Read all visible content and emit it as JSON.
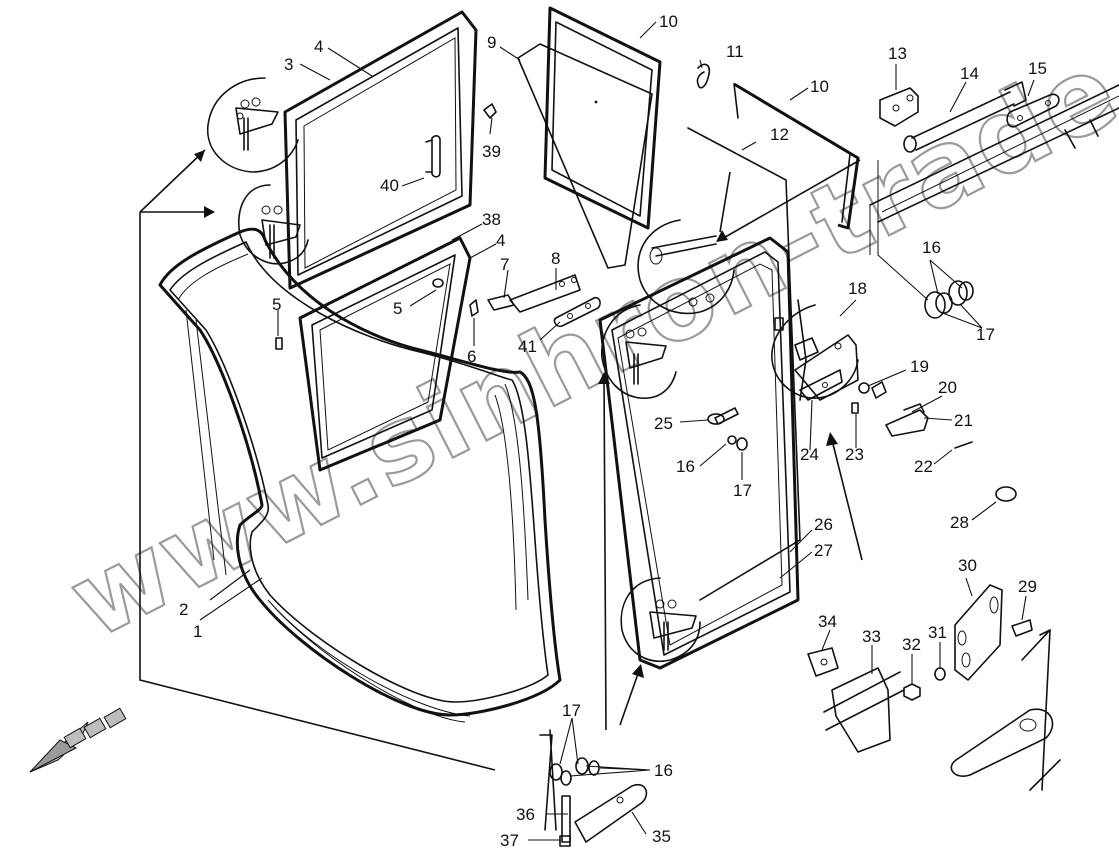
{
  "watermark": "www.sinhron-trade.kz",
  "callouts": {
    "c1": "1",
    "c2": "2",
    "c3": "3",
    "c4a": "4",
    "c4b": "4",
    "c5a": "5",
    "c5b": "5",
    "c6": "6",
    "c7": "7",
    "c8": "8",
    "c9": "9",
    "c10a": "10",
    "c10b": "10",
    "c11": "11",
    "c12": "12",
    "c13": "13",
    "c14": "14",
    "c15": "15",
    "c16a": "16",
    "c16b": "16",
    "c16c": "16",
    "c17a": "17",
    "c17b": "17",
    "c17c": "17",
    "c18": "18",
    "c19": "19",
    "c20": "20",
    "c21": "21",
    "c22": "22",
    "c23": "23",
    "c24": "24",
    "c25": "25",
    "c26": "26",
    "c27": "27",
    "c28": "28",
    "c29": "29",
    "c30": "30",
    "c31": "31",
    "c32": "32",
    "c33": "33",
    "c34": "34",
    "c35": "35",
    "c36": "36",
    "c37": "37",
    "c38": "38",
    "c39": "39",
    "c40": "40",
    "c41": "41"
  }
}
